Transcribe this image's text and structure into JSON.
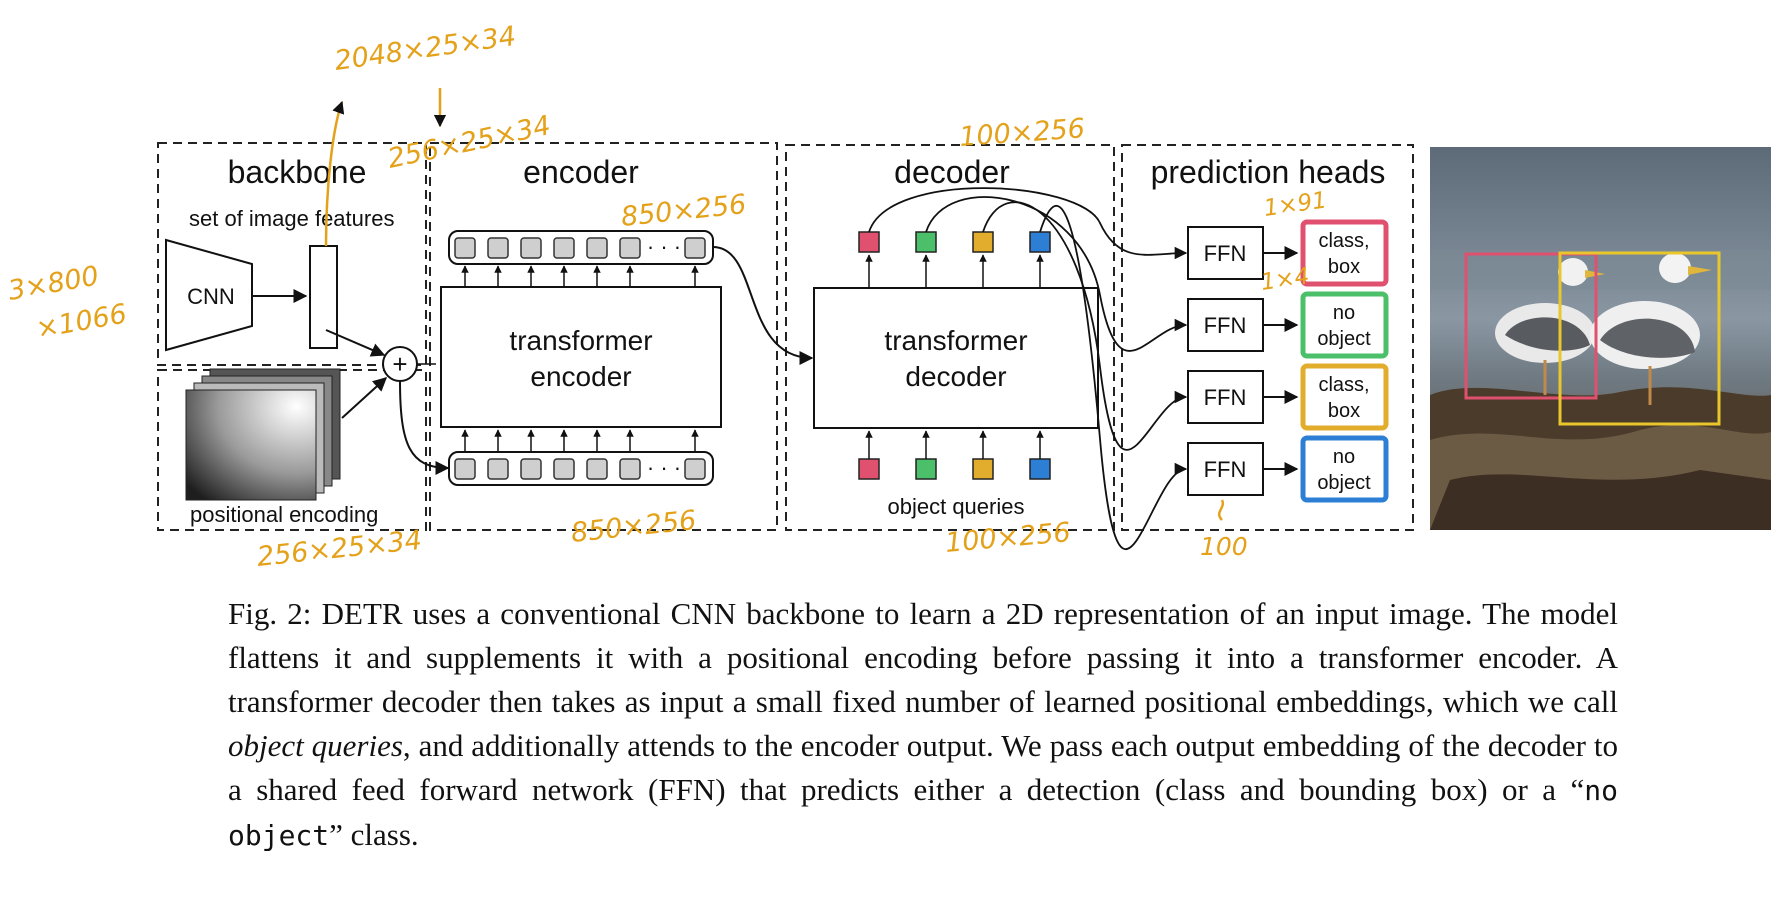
{
  "diagram": {
    "sections": {
      "backbone": "backbone",
      "encoder": "encoder",
      "decoder": "decoder",
      "prediction_heads": "prediction heads"
    },
    "labels": {
      "set_of_image_features": "set of image features",
      "cnn": "CNN",
      "positional_encoding": "positional encoding",
      "plus": "+",
      "ellipsis": "· · ·",
      "transformer_encoder_line1": "transformer",
      "transformer_encoder_line2": "encoder",
      "transformer_decoder_line1": "transformer",
      "transformer_decoder_line2": "decoder",
      "object_queries": "object queries",
      "ffn": "FFN"
    },
    "outputs": [
      {
        "line1": "class,",
        "line2": "box",
        "color": "#e0506f"
      },
      {
        "line1": "no",
        "line2": "object",
        "color": "#4cbf6a"
      },
      {
        "line1": "class,",
        "line2": "box",
        "color": "#e2ad2c"
      },
      {
        "line1": "no",
        "line2": "object",
        "color": "#2d7fd6"
      }
    ],
    "query_colors": [
      "#e0506f",
      "#4cbf6a",
      "#e2ad2c",
      "#2d7fd6"
    ],
    "photo_boxes": {
      "pink": "#e0506f",
      "yellow": "#e9c72b"
    },
    "handwritten_annotations": {
      "backbone_output": "2048×25×34",
      "after_projection": "256×25×34",
      "input_image": "3×800",
      "input_image_2": "×1066",
      "encoder_input": "850×256",
      "encoder_output": "850×256",
      "positional": "256×25×34",
      "decoder_output": "100×256",
      "object_queries": "100×256",
      "class_head": "1×91",
      "box_head": "1×4",
      "num_predictions": "100"
    }
  },
  "caption": {
    "fig_label": "Fig. 2:",
    "part1": " DETR uses a conventional CNN backbone to learn a 2D representation of an input image. The model flattens it and supplements it with a positional encoding before passing it into a transformer encoder. A transformer decoder then takes as input a small fixed number of learned positional embeddings, which we call ",
    "italic_term": "object queries",
    "part2": ", and additionally attends to the encoder output. We pass each output embedding of the decoder to a shared feed forward network (FFN) that predicts either a detection (class and bounding box) or a “",
    "mono_term": "no object",
    "part3": "” class."
  }
}
